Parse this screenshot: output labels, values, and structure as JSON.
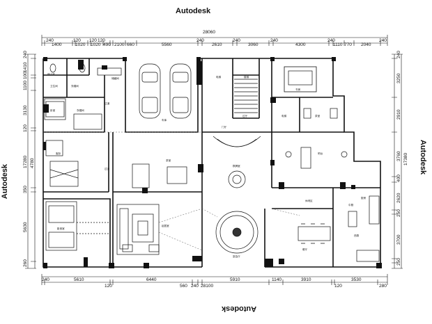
{
  "watermarks": {
    "top": "Autodesk",
    "bottom": "Autodesk",
    "left": "Autodesk",
    "right": "Autodesk"
  },
  "dimensions": {
    "top_total": "28060",
    "top_row": [
      "240",
      "1400",
      "120",
      "1020",
      "120",
      "1020",
      "490",
      "120",
      "2100",
      "660",
      "5560",
      "240",
      "2610",
      "240",
      "3060",
      "240",
      "4300",
      "240",
      "1110",
      "770",
      "2040",
      "240"
    ],
    "bottom_row": [
      "240",
      "5610",
      "120",
      "6440",
      "560",
      "240",
      "5910",
      "1140",
      "3910",
      "120",
      "3530",
      "280"
    ],
    "bottom_total": "28100",
    "left_col": [
      "240",
      "1410",
      "100",
      "1100",
      "3130",
      "120",
      "17280",
      "4780",
      "350",
      "5630",
      "260"
    ],
    "right_col": [
      "240",
      "3250",
      "2910",
      "17380",
      "3760",
      "400",
      "2620",
      "250",
      "3700",
      "250"
    ]
  },
  "rooms": {
    "r1": "卫生间",
    "r2": "衣帽间",
    "r3": "卧室",
    "r4": "客卧",
    "r5": "过道",
    "r6": "车库",
    "r7": "楼梯",
    "r8": "电梯",
    "r9": "书房",
    "r10": "茶室",
    "r11": "门厅",
    "r12": "棋牌室",
    "r13": "影音室",
    "r14": "起居室",
    "r15": "宴会厅",
    "r16": "餐厅",
    "r17": "厨房",
    "r18": "中厨",
    "r19": "西厨",
    "r20": "佣人房",
    "r21": "储藏间",
    "r22": "吧台",
    "r23": "休闲区",
    "r24": "过厅"
  }
}
